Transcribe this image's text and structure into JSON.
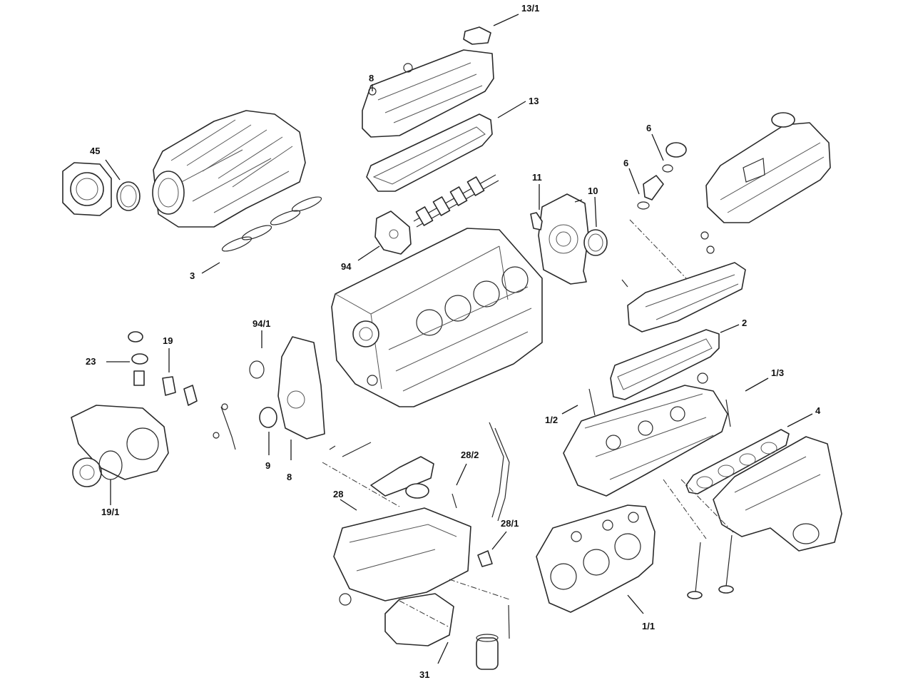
{
  "callouts": [
    {
      "id": "c1",
      "label": "13/1"
    },
    {
      "id": "c2",
      "label": "8"
    },
    {
      "id": "c3",
      "label": "13"
    },
    {
      "id": "c4",
      "label": "45"
    },
    {
      "id": "c5",
      "label": "6"
    },
    {
      "id": "c6",
      "label": "6"
    },
    {
      "id": "c7",
      "label": "11"
    },
    {
      "id": "c8",
      "label": "10"
    },
    {
      "id": "c9",
      "label": "3"
    },
    {
      "id": "c10",
      "label": "94"
    },
    {
      "id": "c11",
      "label": "94/1"
    },
    {
      "id": "c12",
      "label": "2"
    },
    {
      "id": "c13",
      "label": "23"
    },
    {
      "id": "c14",
      "label": "19"
    },
    {
      "id": "c15",
      "label": "1/3"
    },
    {
      "id": "c16",
      "label": "1/2"
    },
    {
      "id": "c17",
      "label": "4"
    },
    {
      "id": "c18",
      "label": "9"
    },
    {
      "id": "c19",
      "label": "8"
    },
    {
      "id": "c20",
      "label": "28/2"
    },
    {
      "id": "c21",
      "label": "19/1"
    },
    {
      "id": "c22",
      "label": "28"
    },
    {
      "id": "c23",
      "label": "28/1"
    },
    {
      "id": "c24",
      "label": "1/1"
    },
    {
      "id": "c25",
      "label": "31"
    }
  ]
}
